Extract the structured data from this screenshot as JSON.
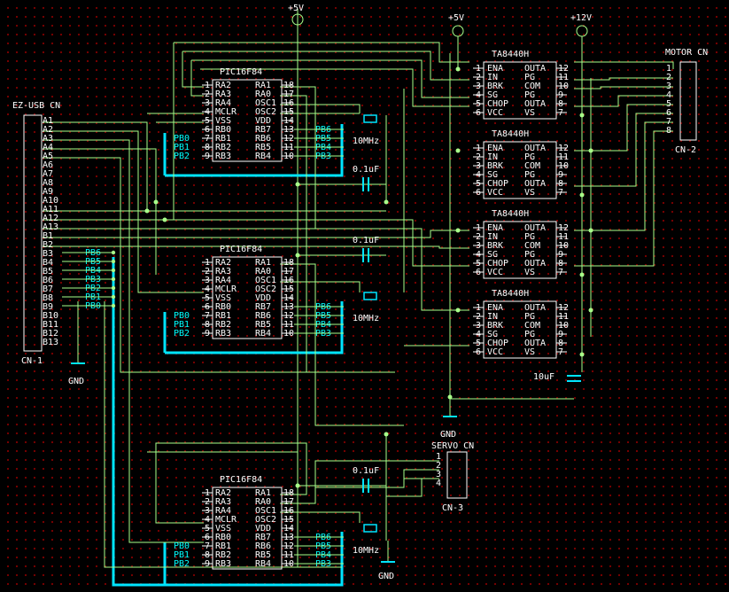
{
  "power": {
    "plus5": "+5V",
    "plus12": "+12V",
    "gnd": "GND"
  },
  "connectors": {
    "ezusb": {
      "title": "EZ-USB CN",
      "ref": "CN-1",
      "pins": [
        "A1",
        "A2",
        "A3",
        "A4",
        "A5",
        "A6",
        "A7",
        "A8",
        "A9",
        "A10",
        "A11",
        "A12",
        "A13",
        "B1",
        "B2",
        "B3",
        "B4",
        "B5",
        "B6",
        "B7",
        "B8",
        "B9",
        "B10",
        "B11",
        "B12",
        "B13"
      ]
    },
    "ezusb_signals": [
      "PB6",
      "PB5",
      "PB4",
      "PB3",
      "PB2",
      "PB1",
      "PB0"
    ],
    "motor": {
      "title": "MOTOR CN",
      "ref": "CN-2",
      "pins": [
        "1",
        "2",
        "3",
        "4",
        "5",
        "6",
        "7",
        "8"
      ]
    },
    "servo": {
      "title": "SERVO CN",
      "ref": "CN-3",
      "pins": [
        "1",
        "2",
        "3",
        "4"
      ]
    }
  },
  "pic": {
    "name": "PIC16F84",
    "left_names": [
      "RA2",
      "RA3",
      "RA4",
      "MCLR",
      "VSS",
      "RB0",
      "RB1",
      "RB2",
      "RB3"
    ],
    "left_nums": [
      "1",
      "2",
      "3",
      "4",
      "5",
      "6",
      "7",
      "8",
      "9"
    ],
    "right_names": [
      "RA1",
      "RA0",
      "OSC1",
      "OSC2",
      "VDD",
      "RB7",
      "RB6",
      "RB5",
      "RB4"
    ],
    "right_nums": [
      "18",
      "17",
      "16",
      "15",
      "14",
      "13",
      "12",
      "11",
      "10"
    ],
    "left_signals": [
      "PB0",
      "PB1",
      "PB2"
    ],
    "right_signals": [
      "PB6",
      "PB5",
      "PB4",
      "PB3"
    ]
  },
  "ta": {
    "name": "TA8440H",
    "left_names": [
      "ENA",
      "IN",
      "BRK",
      "SG",
      "CHOP",
      "VCC"
    ],
    "left_nums": [
      "1",
      "2",
      "3",
      "4",
      "5",
      "6"
    ],
    "right_names": [
      "OUTA",
      "PG",
      "COM",
      "PG",
      "OUTA",
      "VS"
    ],
    "right_nums": [
      "12",
      "11",
      "10",
      "9",
      "8",
      "7"
    ]
  },
  "components": {
    "cap": "0.1uF",
    "crystal": "10MHz",
    "cap_big": "10uF"
  }
}
